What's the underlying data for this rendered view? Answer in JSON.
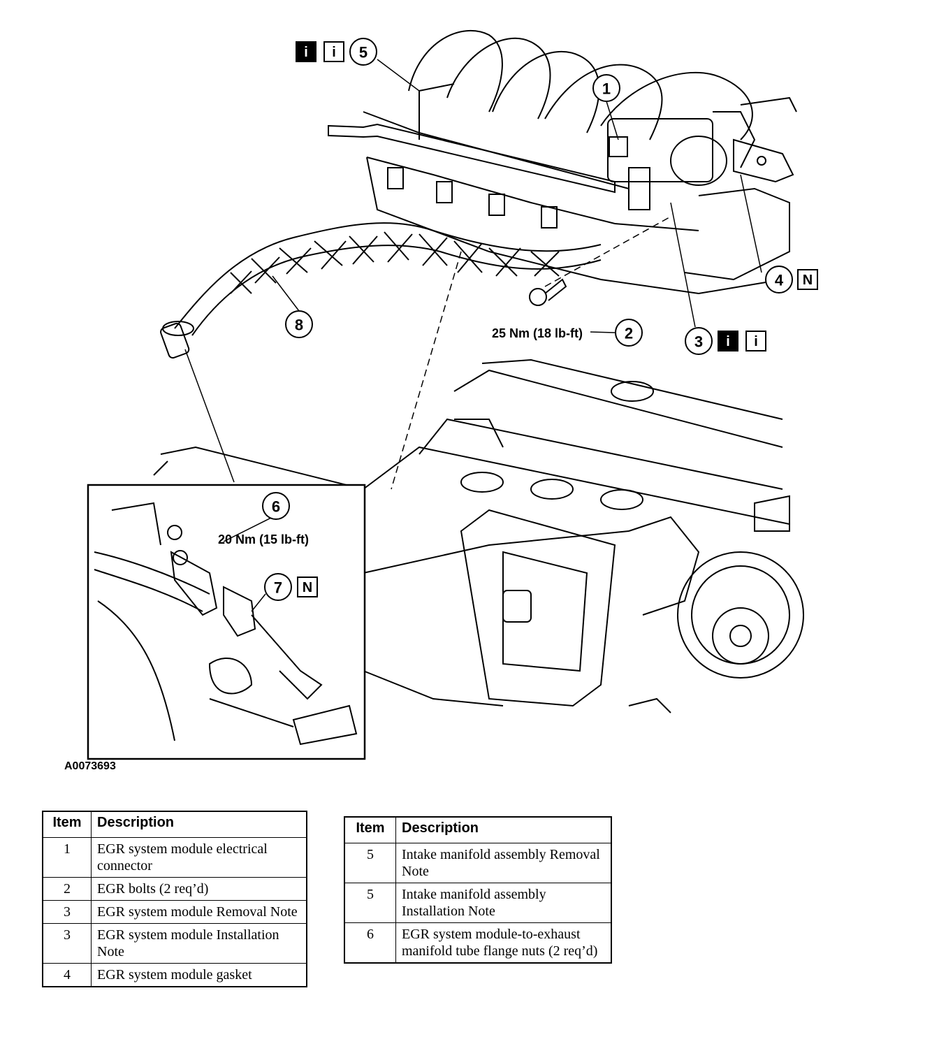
{
  "figure": {
    "id": "A0073693",
    "callouts": {
      "c1": "1",
      "c2": "2",
      "c3": "3",
      "c4": "4",
      "c5": "5",
      "c6": "6",
      "c7": "7",
      "c8": "8"
    },
    "torque": {
      "t2": "25 Nm (18 lb-ft)",
      "t6": "20 Nm (15 lb-ft)"
    },
    "note_letters": {
      "n": "N",
      "i": "i"
    }
  },
  "legend_left": {
    "header_item": "Item",
    "header_desc": "Description",
    "rows": [
      {
        "item": "1",
        "desc": "EGR system module electrical connector"
      },
      {
        "item": "2",
        "desc": "EGR bolts (2 req’d)"
      },
      {
        "item": "3",
        "desc": "EGR system module Removal Note"
      },
      {
        "item": "3",
        "desc": "EGR system module Installation Note"
      },
      {
        "item": "4",
        "desc": "EGR system module gasket"
      }
    ]
  },
  "legend_right": {
    "header_item": "Item",
    "header_desc": "Description",
    "rows": [
      {
        "item": "5",
        "desc": "Intake manifold assembly Removal Note"
      },
      {
        "item": "5",
        "desc": "Intake manifold assembly Installation Note"
      },
      {
        "item": "6",
        "desc": "EGR system module-to-exhaust manifold tube flange nuts (2 req’d)"
      }
    ]
  }
}
